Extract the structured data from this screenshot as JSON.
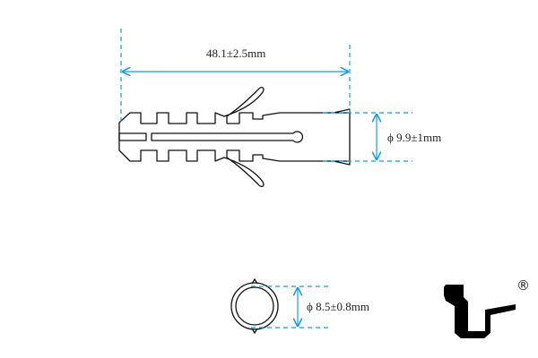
{
  "dimensions": {
    "length": "48.1±2.5mm",
    "outer_diameter": "ϕ 9.9±1mm",
    "inner_diameter": "ϕ 8.5±0.8mm"
  },
  "logo": {
    "registered_mark": "®"
  },
  "colors": {
    "dimension": "#1a9be0",
    "outline": "#111111"
  }
}
